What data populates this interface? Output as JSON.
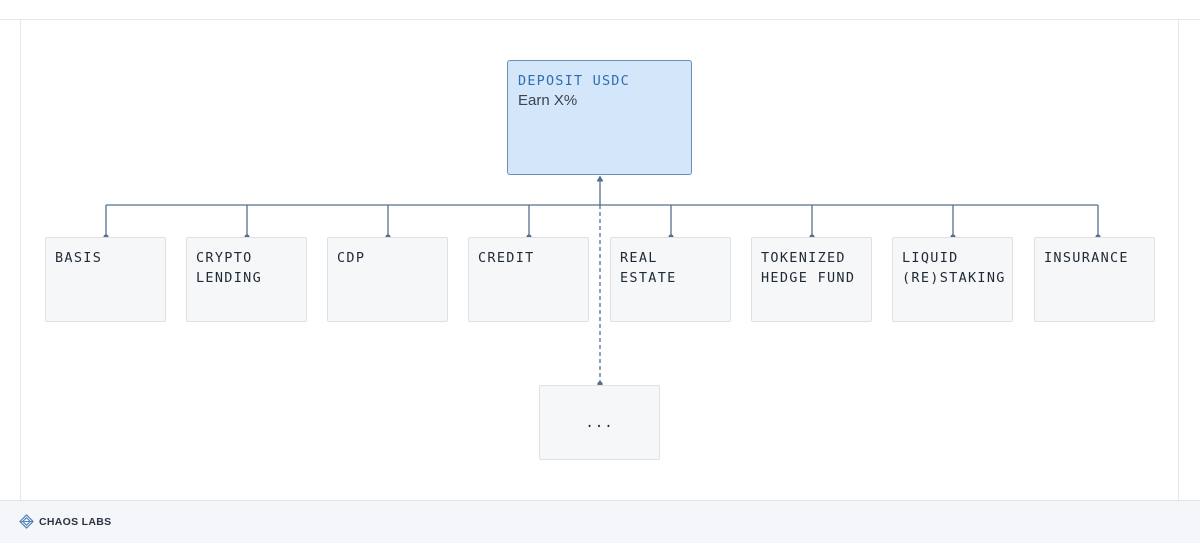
{
  "root": {
    "title": "DEPOSIT USDC",
    "subtitle": "Earn X%"
  },
  "categories": [
    {
      "label": "BASIS"
    },
    {
      "label": "CRYPTO\nLENDING"
    },
    {
      "label": "CDP"
    },
    {
      "label": "CREDIT"
    },
    {
      "label": "REAL ESTATE"
    },
    {
      "label": "TOKENIZED\nHEDGE FUND"
    },
    {
      "label": "LIQUID\n(RE)STAKING"
    },
    {
      "label": "INSURANCE"
    }
  ],
  "more": {
    "label": "..."
  },
  "footer": {
    "brand": "CHAOS LABS"
  },
  "colors": {
    "root_fill": "#d4e6f9",
    "root_border": "#6d8fb3",
    "root_title": "#2f6fb0",
    "connector": "#55708c",
    "box_fill": "#f6f7f9",
    "box_border": "#dde1e6"
  }
}
